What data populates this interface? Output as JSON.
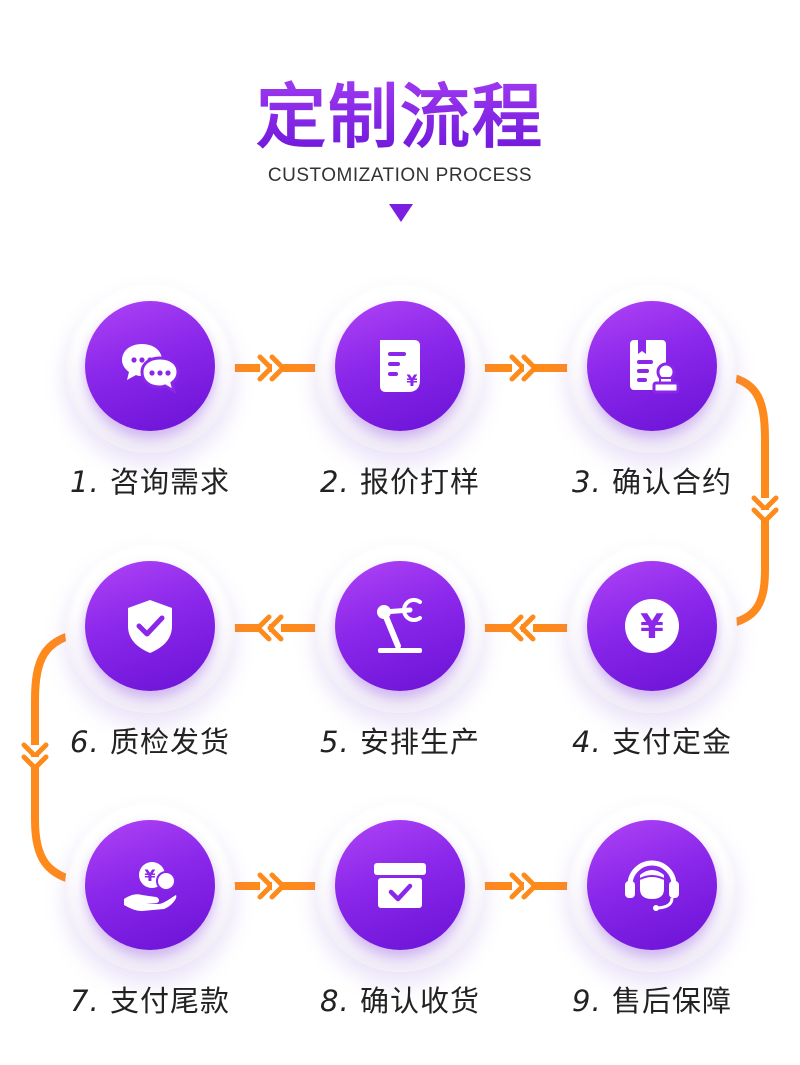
{
  "header": {
    "title": "定制流程",
    "subtitle": "CUSTOMIZATION PROCESS"
  },
  "colors": {
    "purple_light": "#b044f6",
    "purple_dark": "#6a12d6",
    "connector_orange": "#ff8a1c",
    "label_text": "#222222"
  },
  "steps": [
    {
      "number": "1.",
      "label": "咨询需求",
      "icon": "chat-bubbles-icon"
    },
    {
      "number": "2.",
      "label": "报价打样",
      "icon": "quote-document-yen-icon"
    },
    {
      "number": "3.",
      "label": "确认合约",
      "icon": "contract-stamp-icon"
    },
    {
      "number": "4.",
      "label": "支付定金",
      "icon": "yen-coin-icon"
    },
    {
      "number": "5.",
      "label": "安排生产",
      "icon": "robot-arm-icon"
    },
    {
      "number": "6.",
      "label": "质检发货",
      "icon": "shield-check-icon"
    },
    {
      "number": "7.",
      "label": "支付尾款",
      "icon": "hand-coins-icon"
    },
    {
      "number": "8.",
      "label": "确认收货",
      "icon": "package-check-icon"
    },
    {
      "number": "9.",
      "label": "售后保障",
      "icon": "customer-service-headset-icon"
    }
  ]
}
